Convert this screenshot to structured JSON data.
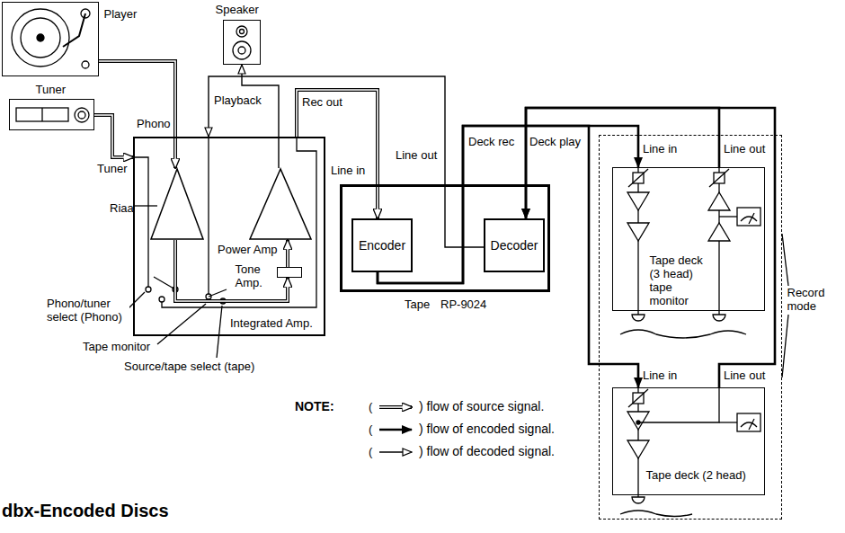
{
  "diagram": {
    "title": "dbx-Encoded Discs",
    "nodes": [
      {
        "text": [
          "Player"
        ]
      },
      {
        "text": [
          "Speaker"
        ]
      },
      {
        "text": [
          "Tuner"
        ]
      },
      {
        "text": [
          "Integrated Amp."
        ]
      },
      {
        "text": [
          "Riaa"
        ],
        "in": 3
      },
      {
        "text": [
          "Power Amp"
        ],
        "in": 3
      },
      {
        "text": [
          "Tone Amp."
        ],
        "in": 3
      },
      {
        "text": [
          "Tape",
          "RP-9024"
        ]
      },
      {
        "text": [
          "Encoder"
        ],
        "in": 7
      },
      {
        "text": [
          "Decoder"
        ],
        "in": 7
      },
      {
        "text": [
          "Record mode"
        ]
      },
      {
        "text": [
          "Tape deck (3 head) tape monitor"
        ],
        "in": 10
      },
      {
        "text": [
          "Tape deck (2 head)"
        ],
        "in": 10
      }
    ],
    "edges": [
      {
        "from": 0,
        "to": 4,
        "arrow": "to"
      },
      {
        "from": 2,
        "to": 3,
        "arrow": "to"
      },
      {
        "from": 3,
        "to": 8,
        "arrow": "to"
      },
      {
        "from": 8,
        "to": 11,
        "arrow": "to"
      },
      {
        "from": 8,
        "to": 12,
        "arrow": "to"
      },
      {
        "from": 11,
        "to": 9,
        "arrow": "to"
      },
      {
        "from": 12,
        "to": 9,
        "arrow": "to"
      },
      {
        "from": 9,
        "to": 3,
        "arrow": "to"
      },
      {
        "from": 4,
        "to": 6,
        "arrow": "to"
      },
      {
        "from": 6,
        "to": 5,
        "arrow": "to"
      },
      {
        "from": 5,
        "to": 1,
        "arrow": "to"
      }
    ],
    "labels": [
      "Phono",
      "Playback",
      "Tuner",
      "Rec out",
      "Line in",
      "Line out",
      "Deck rec",
      "Deck play",
      "Line in",
      "Line out",
      "Line in",
      "Line out",
      "Phono/tuner select (Phono)",
      "Tape monitor",
      "Source/tape select (tape)",
      "NOTE:",
      "(",
      "(",
      "("
    ],
    "legend": [
      {
        "text": ") flow of source signal."
      },
      {
        "text": ") flow of encoded signal."
      },
      {
        "text": ") flow of decoded signal."
      }
    ]
  }
}
